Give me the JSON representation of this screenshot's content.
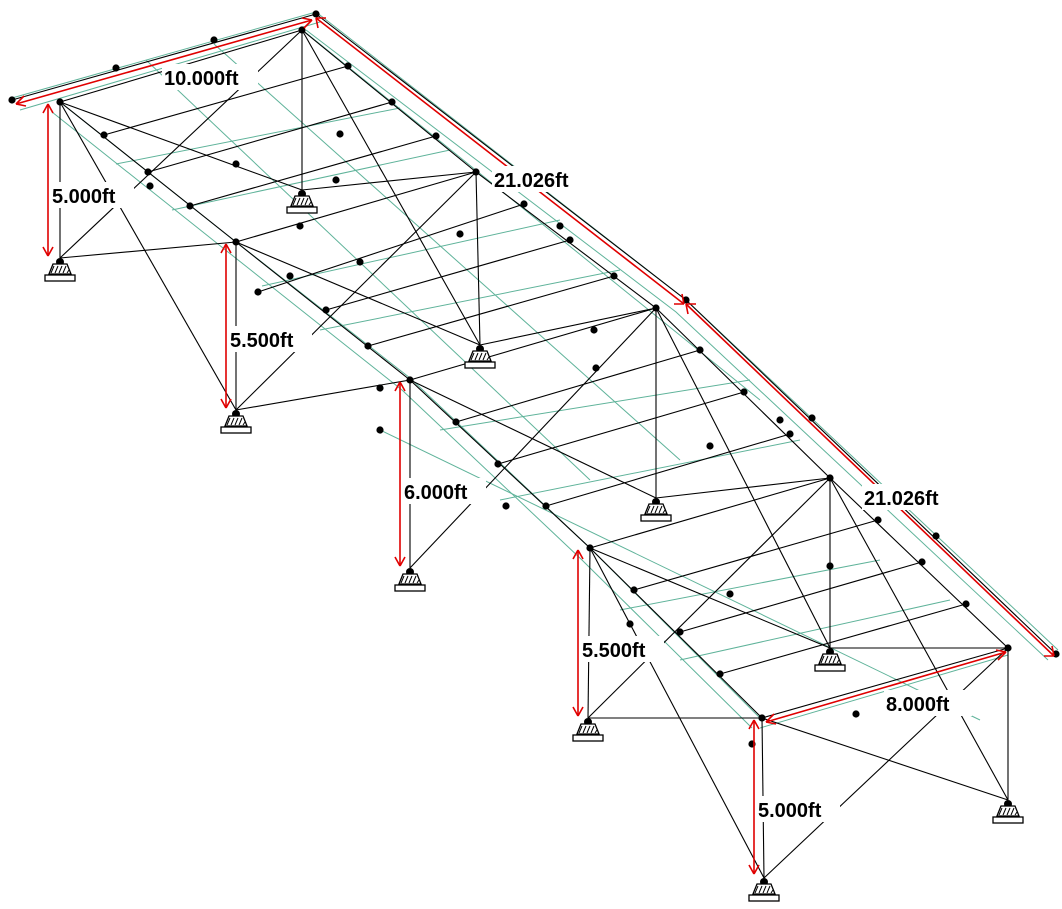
{
  "colors": {
    "background": "#ffffff",
    "member": "#000000",
    "guide": "#5fb39a",
    "dimension": "#e00000",
    "node": "#000000"
  },
  "dimensions": {
    "width_top": "10.000ft",
    "span_upper": "21.026ft",
    "span_lower": "21.026ft",
    "width_bottom": "8.000ft",
    "height_1": "5.000ft",
    "height_2": "5.500ft",
    "height_3": "6.000ft",
    "height_4": "5.500ft",
    "height_5": "5.000ft"
  },
  "supports": {
    "symbol": "pin-support-icon",
    "count": 10
  }
}
